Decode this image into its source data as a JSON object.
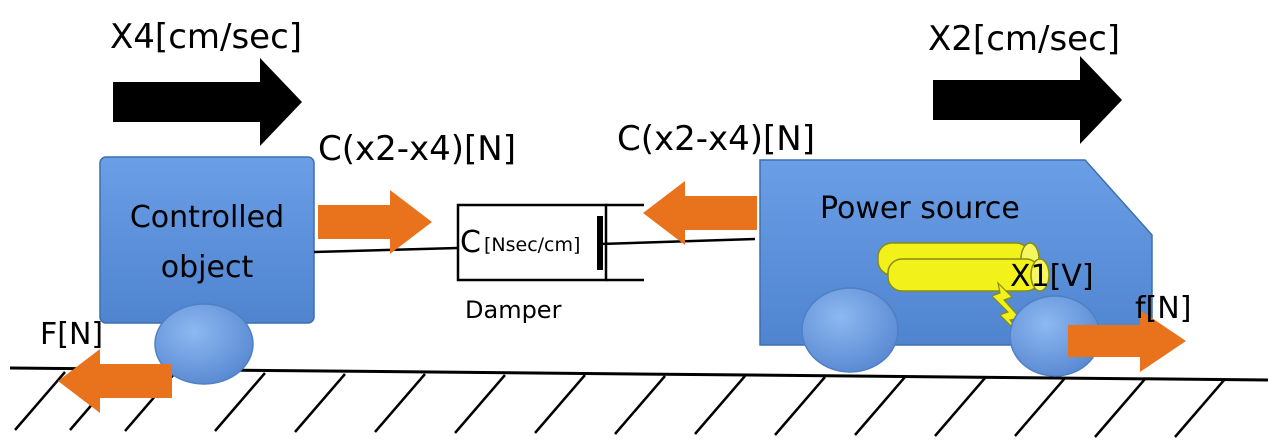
{
  "labels": {
    "x4_velocity": "X4[cm/sec]",
    "x2_velocity": "X2[cm/sec]",
    "left_damper_force": "C(x2-x4)[N]",
    "right_damper_force": "C(x2-x4)[N]",
    "controlled_object_line1": "Controlled",
    "controlled_object_line2": "object",
    "damper_coeff_c": "C",
    "damper_coeff_unit": "[Nsec/cm]",
    "damper": "Damper",
    "power_source": "Power source",
    "voltage": "X1[V]",
    "input_force_F": "F[N]",
    "friction_f": "f[N]"
  },
  "colors": {
    "block_fill": "#5b8fd6",
    "block_stroke": "#3d6fb0",
    "wheel_fill": "#6d9ee0",
    "force_arrow": "#e8731c",
    "velocity_arrow": "#000000",
    "battery": "#f2f21a",
    "spark": "#f2f21a"
  }
}
